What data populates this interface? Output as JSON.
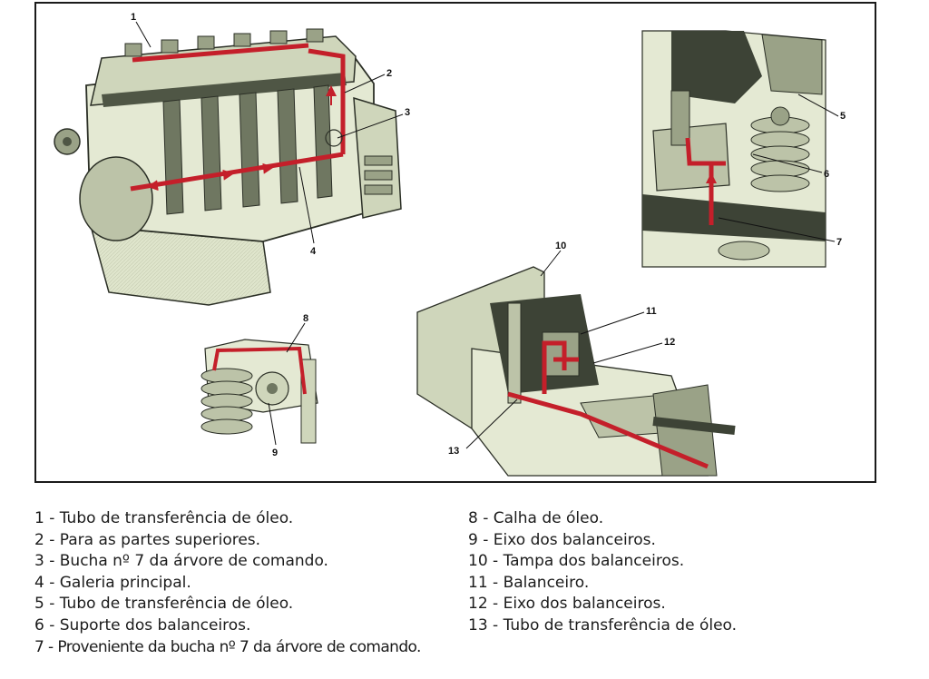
{
  "diagram": {
    "colors": {
      "metal_light": "#e4e9d3",
      "metal_mid": "#bcc3a8",
      "metal_dark": "#6f7761",
      "outline": "#2b2f26",
      "oil": "#c41f2a"
    },
    "callouts": [
      "1",
      "2",
      "3",
      "4",
      "5",
      "6",
      "7",
      "8",
      "9",
      "10",
      "11",
      "12",
      "13"
    ]
  },
  "legend": {
    "left": [
      "1 - Tubo de transferência de óleo.",
      "2 - Para as partes superiores.",
      "3 - Bucha nº 7 da árvore de comando.",
      "4 - Galeria principal.",
      "5 - Tubo de transferência de óleo.",
      "6 - Suporte dos balanceiros.",
      "7 - Proveniente da bucha nº 7 da árvore de comando."
    ],
    "right": [
      "8 - Calha de óleo.",
      "9 - Eixo dos balanceiros.",
      "10 - Tampa dos balanceiros.",
      "11 - Balanceiro.",
      "12 - Eixo dos balanceiros.",
      "13 - Tubo de transferência de óleo."
    ]
  }
}
